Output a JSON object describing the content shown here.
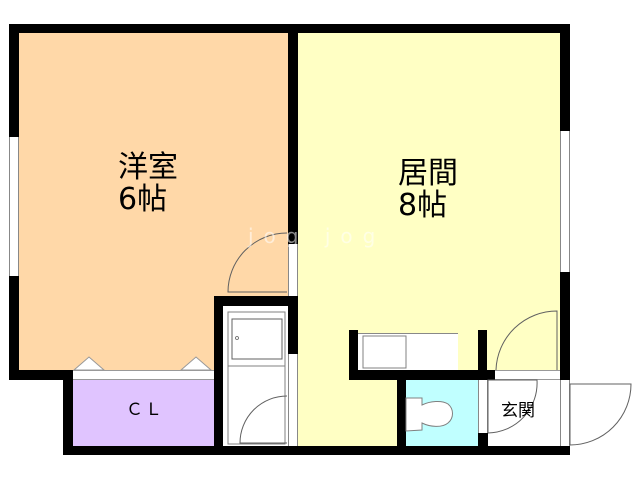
{
  "floorplan": {
    "rooms": [
      {
        "id": "western-room",
        "name": "洋室",
        "size": "6帖",
        "color": "#FFD8A8"
      },
      {
        "id": "living-room",
        "name": "居間",
        "size": "8帖",
        "color": "#FFFFC4"
      },
      {
        "id": "closet",
        "name": "ＣＬ",
        "color": "#E0C4FF"
      },
      {
        "id": "toilet",
        "name": "",
        "color": "#C0FFFF"
      },
      {
        "id": "entrance",
        "name": "玄関",
        "color": "#FFFFFF"
      }
    ],
    "watermark": "jog jog",
    "colors": {
      "wall": "#000000",
      "fixture_line": "#808080",
      "door_arc": "#606060"
    }
  }
}
